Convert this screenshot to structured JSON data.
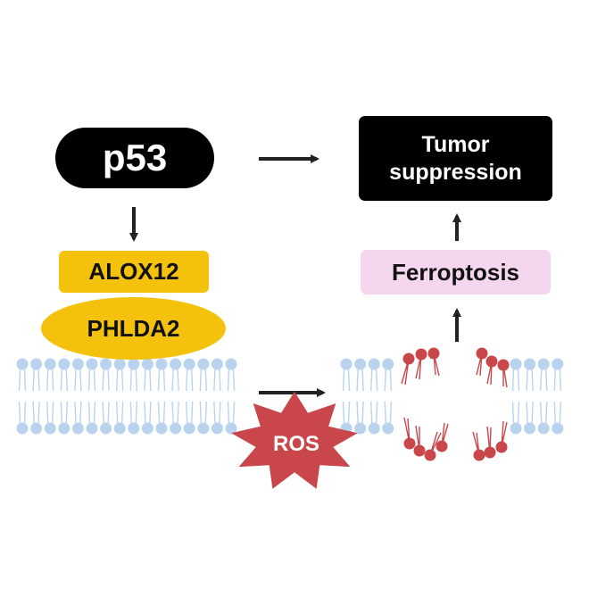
{
  "nodes": {
    "p53": "p53",
    "tumor_suppression": "Tumor\nsuppression",
    "ferroptosis": "Ferroptosis",
    "alox12": "ALOX12",
    "phlda2": "PHLDA2",
    "ros": "ROS"
  },
  "colors": {
    "black_node": "#000000",
    "yellow_node": "#f4c20d",
    "ferroptosis_fill": "#f5d6ef",
    "ros_fill": "#c9474a",
    "membrane_head": "#b9d3ee",
    "damaged_lipid": "#c9474a"
  }
}
